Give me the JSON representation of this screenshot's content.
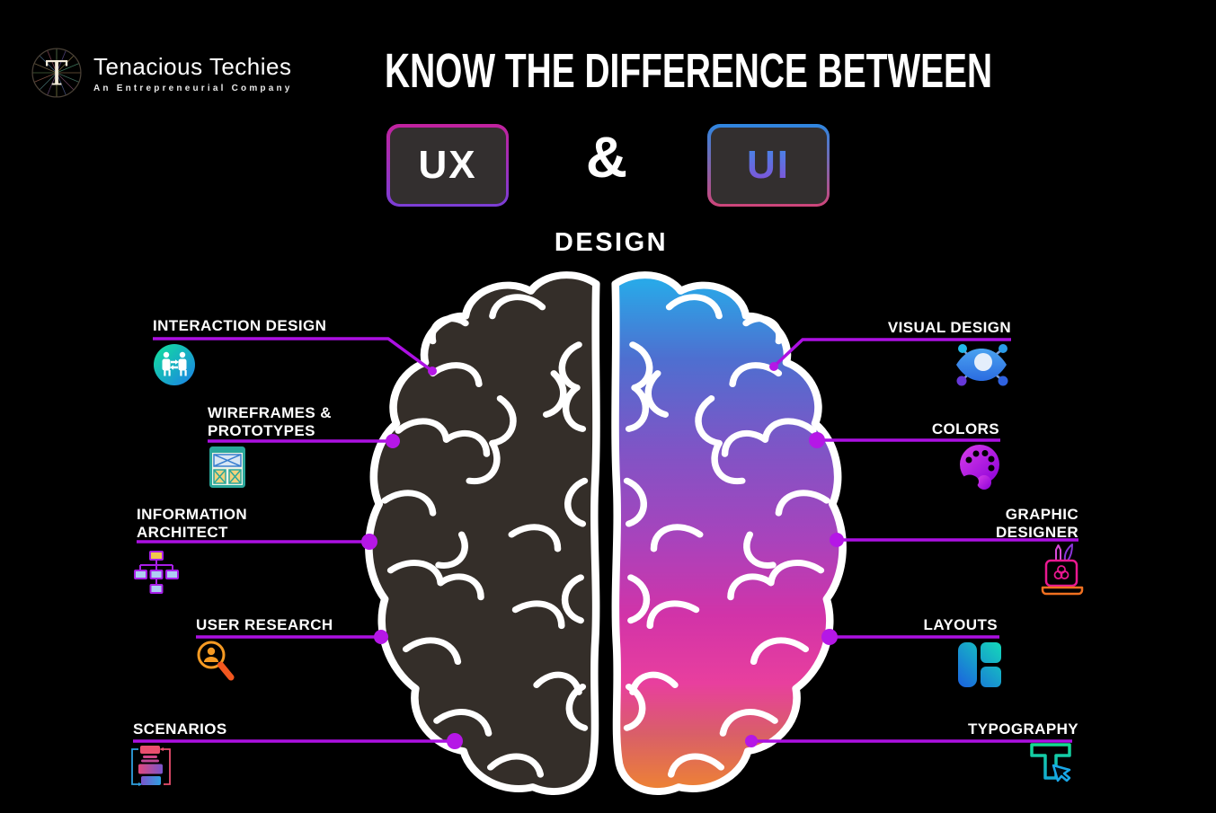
{
  "brand": {
    "name": "Tenacious Techies",
    "tagline": "An Entrepreneurial Company",
    "monogram": "T"
  },
  "header": {
    "title": "KNOW THE DIFFERENCE BETWEEN",
    "ux": "UX",
    "amp": "&",
    "ui": "UI",
    "design": "DESIGN"
  },
  "left_items": [
    {
      "label": "INTERACTION DESIGN",
      "icon": "interaction-design-icon"
    },
    {
      "label": "WIREFRAMES &\nPROTOTYPES",
      "icon": "wireframes-prototypes-icon"
    },
    {
      "label": "INFORMATION\nARCHITECT",
      "icon": "information-architect-icon"
    },
    {
      "label": "USER RESEARCH",
      "icon": "user-research-icon"
    },
    {
      "label": "SCENARIOS",
      "icon": "scenarios-icon"
    }
  ],
  "right_items": [
    {
      "label": "VISUAL DESIGN",
      "icon": "visual-design-icon"
    },
    {
      "label": "COLORS",
      "icon": "colors-icon"
    },
    {
      "label": "GRAPHIC\nDESIGNER",
      "icon": "graphic-designer-icon"
    },
    {
      "label": "LAYOUTS",
      "icon": "layouts-icon"
    },
    {
      "label": "TYPOGRAPHY",
      "icon": "typography-icon"
    }
  ],
  "colors": {
    "background": "#000000",
    "connector_line": "#ac10e2",
    "connector_dot": "#b517e6",
    "ux_border_top": "#c1229e",
    "ux_border_bottom": "#7b3ed6",
    "ui_border_top": "#2e86e0",
    "ui_border_bottom": "#cf4579",
    "box_fill": "#332f2f",
    "left_brain_fill": "#342e29",
    "right_brain_top": "#29a8e8",
    "right_brain_mid": "#a843bc",
    "right_brain_pink": "#e83f9e",
    "right_brain_bottom": "#f0862e"
  }
}
